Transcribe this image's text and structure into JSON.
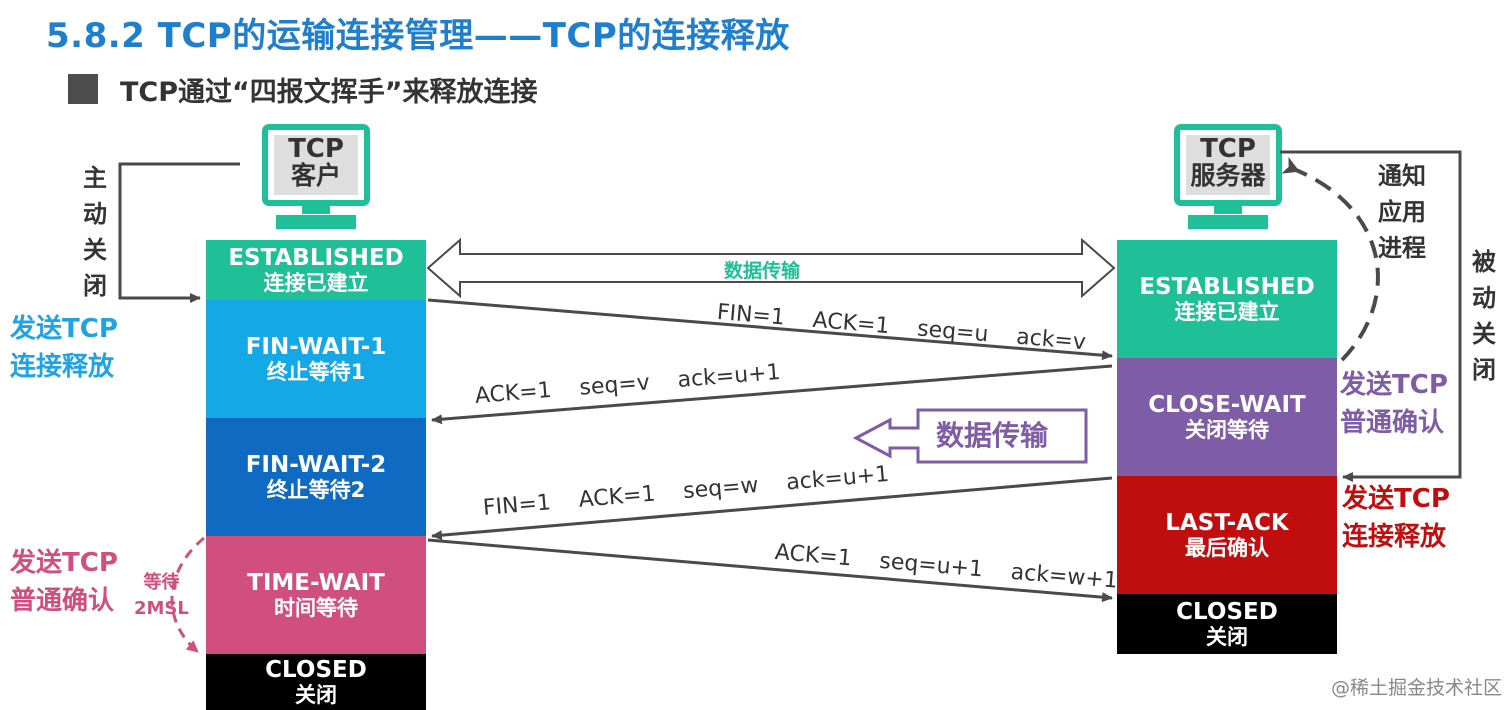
{
  "title": "5.8.2 TCP的运输连接管理——TCP的连接释放",
  "subtitle": "TCP通过“四报文挥手”来释放连接",
  "client": {
    "label_line1": "TCP",
    "label_line2": "客户",
    "states": [
      {
        "en": "ESTABLISHED",
        "zh": "连接已建立",
        "color": "#1fbf97"
      },
      {
        "en": "FIN-WAIT-1",
        "zh": "终止等待1",
        "color": "#14a9e6"
      },
      {
        "en": "FIN-WAIT-2",
        "zh": "终止等待2",
        "color": "#0f6ac2"
      },
      {
        "en": "TIME-WAIT",
        "zh": "时间等待",
        "color": "#d14f7f"
      },
      {
        "en": "CLOSED",
        "zh": "关闭",
        "color": "#000000"
      }
    ],
    "active_close_label": [
      "主",
      "动",
      "关",
      "闭"
    ],
    "send_release_label": [
      "发送TCP",
      "连接释放"
    ],
    "send_ack_label": [
      "发送TCP",
      "普通确认"
    ],
    "wait_label": [
      "等待",
      "2MSL"
    ]
  },
  "server": {
    "label_line1": "TCP",
    "label_line2": "服务器",
    "states": [
      {
        "en": "ESTABLISHED",
        "zh": "连接已建立",
        "color": "#1fbf97"
      },
      {
        "en": "CLOSE-WAIT",
        "zh": "关闭等待",
        "color": "#7e5da6"
      },
      {
        "en": "LAST-ACK",
        "zh": "最后确认",
        "color": "#c00d0d"
      },
      {
        "en": "CLOSED",
        "zh": "关闭",
        "color": "#000000"
      }
    ],
    "notify_label": [
      "通知",
      "应用",
      "进程"
    ],
    "passive_close_label": [
      "被",
      "动",
      "关",
      "闭"
    ],
    "send_ack_label": [
      "发送TCP",
      "普通确认"
    ],
    "send_release_label": [
      "发送TCP",
      "连接释放"
    ]
  },
  "data_transfer_label": "数据传输",
  "data_transfer_box_label": "数据传输",
  "segments": [
    {
      "parts": [
        "FIN=1",
        "ACK=1",
        "seq=u",
        "ack=v"
      ]
    },
    {
      "parts": [
        "ACK=1",
        "seq=v",
        "ack=u+1"
      ]
    },
    {
      "parts": [
        "FIN=1",
        "ACK=1",
        "seq=w",
        "ack=u+1"
      ]
    },
    {
      "parts": [
        "ACK=1",
        "seq=u+1",
        "ack=w+1"
      ]
    }
  ],
  "colors": {
    "title": "#1e7fcf",
    "blue_text": "#1ea3e6",
    "pink_text": "#d14f7f",
    "purple_text": "#7e5da6",
    "red_text": "#c00d0d",
    "green_text": "#1fbf97",
    "monitor": "#1fbf97"
  },
  "watermark": "@稀土掘金技术社区"
}
